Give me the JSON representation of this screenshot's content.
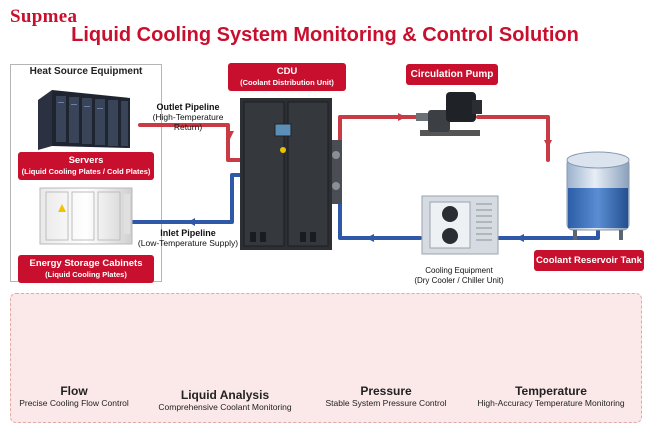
{
  "brand": "Supmea",
  "title": "Liquid Cooling System Monitoring & Control Solution",
  "heat_source": {
    "title": "Heat Source Equipment",
    "servers": {
      "label": "Servers",
      "sub": "(Liquid Cooling Plates / Cold Plates)"
    },
    "storage": {
      "label": "Energy Storage Cabinets",
      "sub": "(Liquid Cooling Plates)"
    }
  },
  "cdu": {
    "label": "CDU",
    "sub": "(Coolant Distribution Unit)"
  },
  "pump": {
    "label": "Circulation Pump"
  },
  "tank": {
    "label": "Coolant Reservoir Tank"
  },
  "outlet": {
    "title": "Outlet Pipeline",
    "sub": "(High-Temperature Return)"
  },
  "inlet": {
    "title": "Inlet Pipeline",
    "sub": "(Low-Temperature Supply)"
  },
  "cooler": {
    "title": "Cooling Equipment",
    "sub": "(Dry Cooler / Chiller Unit)"
  },
  "categories": [
    {
      "title": "Flow",
      "sub": "Precise Cooling Flow Control"
    },
    {
      "title": "Liquid Analysis",
      "sub": "Comprehensive Coolant Monitoring"
    },
    {
      "title": "Pressure",
      "sub": "Stable System Pressure Control"
    },
    {
      "title": "Temperature",
      "sub": "High-Accuracy Temperature Monitoring"
    }
  ],
  "colors": {
    "accent": "#c8102e",
    "hot_pipe": "#c83a44",
    "cold_pipe": "#2f58a8"
  }
}
